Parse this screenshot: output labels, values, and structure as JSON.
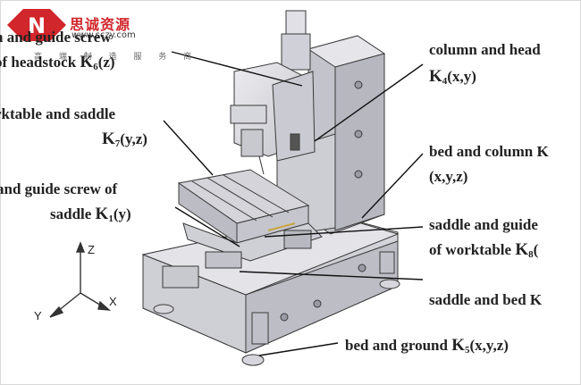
{
  "logo": {
    "brand_cn": "思诚资源",
    "url": "www.sczy.com",
    "tagline": "高 端 制 造 服 务 商"
  },
  "labels": {
    "headstock_l1": "n  and  guide screw",
    "headstock_l2": "of headstock",
    "headstock_k": "K",
    "headstock_sub": "6",
    "headstock_args": "(z)",
    "column_l1": "column and head",
    "column_k": "K",
    "column_sub": "4",
    "column_args": "(x,y)",
    "worktable_l1": "rktable and saddle",
    "worktable_k": "K",
    "worktable_sub": "7",
    "worktable_args": "(y,z)",
    "bedcol_l1": "bed and column K",
    "bedcol_args": "(x,y,z)",
    "saddle_l1": "and guide screw of",
    "saddle_l2": "saddle",
    "saddle_k": "K",
    "saddle_sub": "1",
    "saddle_args": "(y)",
    "sg_l1": "saddle and guide",
    "sg_l2": "of worktable",
    "sg_k": "K",
    "sg_sub": "8",
    "sg_args": "(",
    "sb_l1": "saddle and bed K",
    "bg_l1": "bed and ground",
    "bg_k": "K",
    "bg_sub": "5",
    "bg_args": "(x,y,z)"
  },
  "axes": {
    "z": "Z",
    "x": "X",
    "y": "Y"
  },
  "colors": {
    "brand_red": "#d1262b",
    "machine_face": "#d9d9de",
    "machine_shade": "#b9b9c2",
    "outline": "#3a3a3a"
  }
}
